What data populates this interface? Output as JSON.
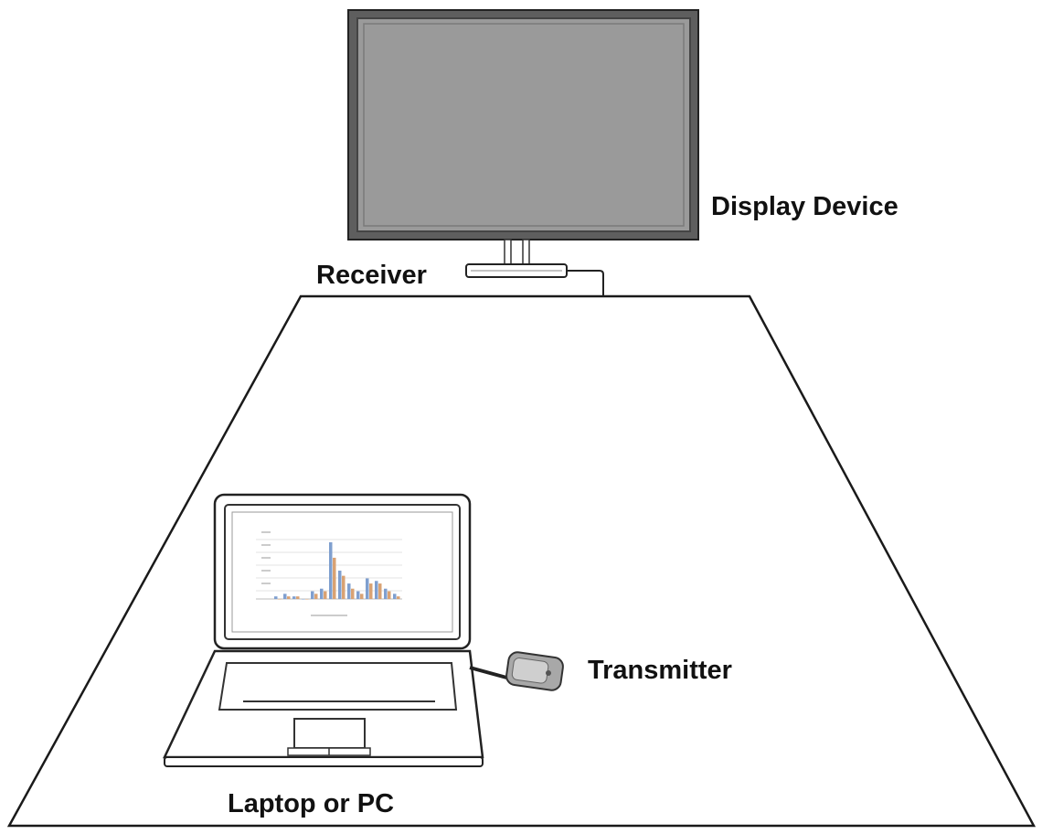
{
  "labels": {
    "display_device": "Display Device",
    "receiver": "Receiver",
    "transmitter": "Transmitter",
    "laptop": "Laptop or PC"
  },
  "colors": {
    "line": "#1a1a1a",
    "screen_fill": "#9a9a9a",
    "screen_bezel": "#5e5e5e",
    "transmitter_body": "#a8a8a8",
    "laptop_chart_blue": "#7f9fcf",
    "laptop_chart_orange": "#d9a273"
  },
  "laptop_screen_chart": {
    "type": "bar",
    "series": [
      {
        "values": [
          1,
          2,
          1,
          0,
          3,
          4,
          22,
          11,
          6,
          3,
          8,
          7,
          4,
          2
        ]
      },
      {
        "values": [
          0,
          1,
          1,
          0,
          2,
          3,
          16,
          9,
          4,
          2,
          6,
          6,
          3,
          1
        ]
      }
    ]
  }
}
